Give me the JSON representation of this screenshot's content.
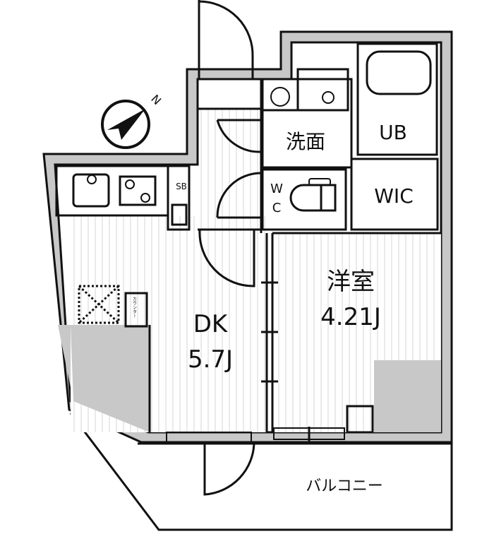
{
  "rooms": {
    "dk": {
      "name": "DK",
      "size": "5.7J"
    },
    "western": {
      "name": "洋室",
      "size": "4.21J"
    },
    "washroom": {
      "name": "洗面"
    },
    "bath": {
      "name": "UB"
    },
    "closet": {
      "name": "WIC"
    },
    "toilet": {
      "name_top": "W",
      "name_bottom": "C"
    },
    "shoebox": {
      "name": "SB"
    },
    "counter": {
      "name": "カウンター"
    },
    "balcony": {
      "name": "バルコニー"
    }
  },
  "compass": {
    "label": "N"
  },
  "colors": {
    "wall": "#c8c8c8",
    "line": "#111111",
    "stripe": "#e4e4e4"
  }
}
